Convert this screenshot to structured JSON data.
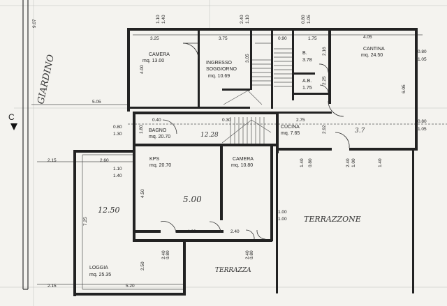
{
  "garden_label": "GIARDINO",
  "section_label": "C",
  "terrace_label": "TERRAZZONE",
  "terrace_small_label": "TERRAZZA",
  "rooms": {
    "camera1": {
      "name": "CAMERA",
      "area": "mq. 13.00"
    },
    "ingresso": {
      "name": "INGRESSO",
      "name2": "SOGGIORNO",
      "area": "mq. 10.69"
    },
    "b": {
      "name": "B.",
      "area": "3.78"
    },
    "ab": {
      "name": "A.B.",
      "area": "1.75"
    },
    "cantina": {
      "name": "CANTINA",
      "area": "mq. 24.50"
    },
    "bagno": {
      "name": "BAGNO",
      "area": "mq. 20.70"
    },
    "cucina": {
      "name": "CUCINA",
      "area": "mq. 7.65"
    },
    "kps": {
      "name": "KPS",
      "area": "mq. 20.70"
    },
    "camera2": {
      "name": "CAMERA",
      "area": "mq. 10.80"
    },
    "loggia": {
      "name": "LOGGIA",
      "area": "mq. 25.35"
    }
  },
  "handwritten": {
    "kps_area": "5.00",
    "loggia_area": "12.50",
    "bagno_area": "12.28",
    "cucina_area": "3.7"
  },
  "dims": {
    "top_325": "3.25",
    "top_375": "3.75",
    "top_090": "0.90",
    "top_175": "1.75",
    "top_405": "4.05",
    "win_top_a1": "1.10",
    "win_top_a2": "1.40",
    "win_top_b1": "2.40",
    "win_top_b2": "1.10",
    "win_top_c1": "0.80",
    "win_top_c2": "1.05",
    "left_907": "9.07",
    "left_505": "5.05",
    "right_080a": "0.80",
    "right_105a": "1.05",
    "right_080b": "0.80",
    "right_105b": "1.05",
    "camera_h": "4.00",
    "ingresso_h": "3.05",
    "b_h": "2.16",
    "ab_h": "2.25",
    "cantina_h": "6.05",
    "bagno_040": "0.40",
    "bagno_180": "1.80",
    "bagno_030": "0.30",
    "cucina_275": "2.75",
    "cucina_h": "2.92",
    "left_080": "0.80",
    "left_130": "1.30",
    "left_215a": "2.15",
    "left_260": "2.60",
    "left_110": "1.10",
    "left_140": "1.40",
    "kps_h": "4.50",
    "loggia_h": "7.25",
    "mid_140a": "1.40",
    "mid_080": "0.80",
    "mid_240": "2.40",
    "mid_100": "1.00",
    "mid_140b": "1.40",
    "ter_100a": "1.00",
    "ter_100b": "1.00",
    "kps_460": "4.60",
    "kps_240": "2.40",
    "bot_080a": "0.80",
    "bot_240a": "2.40",
    "bot_080b": "0.80",
    "bot_240b": "2.40",
    "loggia_250": "2.50",
    "bot_215": "2.15",
    "bot_520": "5.20"
  }
}
